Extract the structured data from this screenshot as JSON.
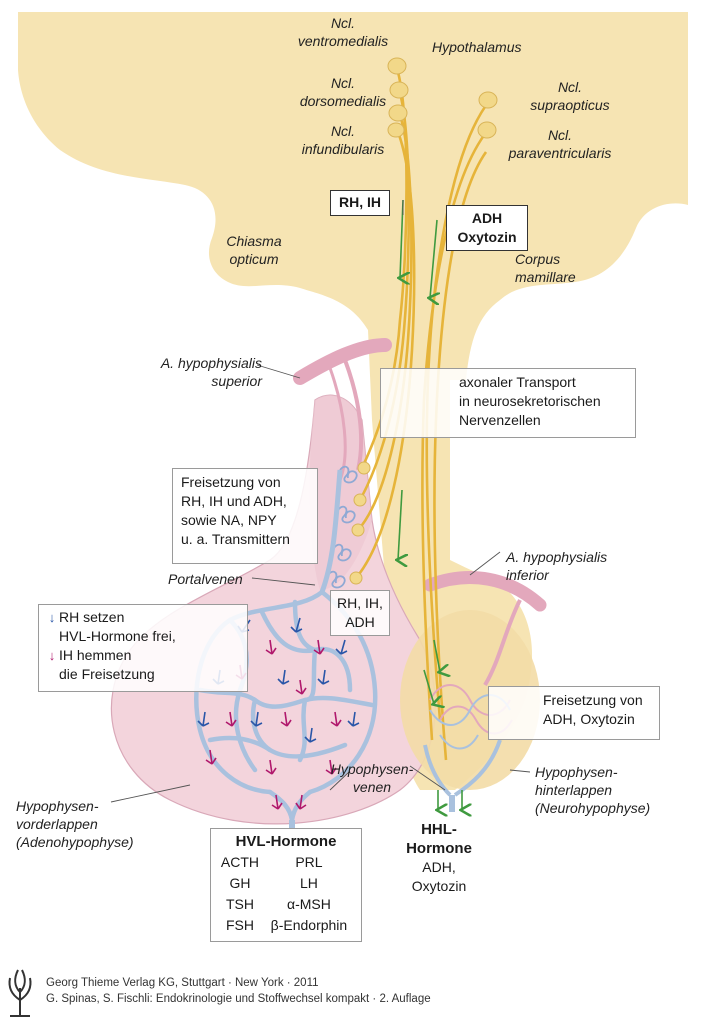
{
  "labels": {
    "ncl_ventromedialis": "Ncl.\nventromedialis",
    "hypothalamus": "Hypothalamus",
    "ncl_dorsomedialis": "Ncl.\ndorsomedialis",
    "ncl_supraopticus": "Ncl.\nsupraopticus",
    "ncl_infundibularis": "Ncl.\ninfundibularis",
    "ncl_paraventricularis": "Ncl.\nparaventricularis",
    "chiasma_opticum": "Chiasma\nopticum",
    "corpus_mamillare": "Corpus\nmamillare",
    "a_hyp_superior": "A. hypophysialis\nsuperior",
    "a_hyp_inferior": "A. hypophysialis\ninferior",
    "portalvenen": "Portalvenen",
    "hypophysenvenen": "Hypophysen-\nvenen",
    "hypophysen_hinterlappen": "Hypophysen-\nhinterlappen\n(Neurohypophyse)",
    "hypophysen_vorderlappen": "Hypophysen-\nvorderlappen\n(Adenohypophyse)"
  },
  "boxes": {
    "rh_ih": "RH, IH",
    "adh_oxytozin": "ADH\nOxytozin",
    "axonaler_transport": "axonaler Transport\nin neurosekretorischen\nNervenzellen",
    "freisetzung_rh": "Freisetzung von\nRH, IH und ADH,\nsowie NA, NPY\nu. a. Transmittern",
    "rh_ih_adh": "RH, IH,\nADH",
    "freisetzung_adh": "Freisetzung von\nADH, Oxytozin"
  },
  "legend": {
    "rh_line1": "RH setzen",
    "rh_line2": "HVL-Hormone frei,",
    "ih_line1": "IH hemmen",
    "ih_line2": "die Freisetzung",
    "rh_arrow": "↓",
    "ih_arrow": "↓"
  },
  "hvl": {
    "title": "HVL-Hormone",
    "rows": [
      [
        "ACTH",
        "PRL"
      ],
      [
        "GH",
        "LH"
      ],
      [
        "TSH",
        "α-MSH"
      ],
      [
        "FSH",
        "β-Endorphin"
      ]
    ]
  },
  "hhl": {
    "title": "HHL-Hormone",
    "text": "ADH, Oxytozin"
  },
  "footer": {
    "line1": "Georg Thieme Verlag KG, Stuttgart · New York · 2011",
    "line2": "G. Spinas, S. Fischli: Endokrinologie und Stoffwechsel kompakt · 2. Auflage"
  },
  "colors": {
    "tissue": "#f6e4b3",
    "axon": "#e6b43a",
    "artery": "#e3a8bc",
    "vein": "#a9c1de",
    "adeno": "#f3d4dc",
    "rh_arrow": "#2a56a8",
    "ih_arrow": "#b0186c",
    "green_arrow": "#3f9a3f"
  }
}
